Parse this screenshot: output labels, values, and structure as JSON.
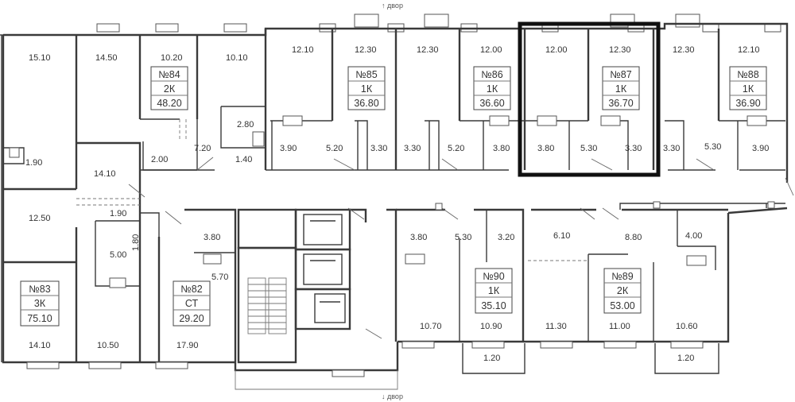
{
  "compass": {
    "top": "↑ двор",
    "bottom": "↓ двор"
  },
  "apartments": [
    {
      "id": "a84",
      "number": "№84",
      "type": "2К",
      "area": "48.20"
    },
    {
      "id": "a85",
      "number": "№85",
      "type": "1К",
      "area": "36.80"
    },
    {
      "id": "a86",
      "number": "№86",
      "type": "1К",
      "area": "36.60"
    },
    {
      "id": "a87",
      "number": "№87",
      "type": "1К",
      "area": "36.70"
    },
    {
      "id": "a88",
      "number": "№88",
      "type": "1К",
      "area": "36.90"
    },
    {
      "id": "a83",
      "number": "№83",
      "type": "3К",
      "area": "75.10"
    },
    {
      "id": "a82",
      "number": "№82",
      "type": "СТ",
      "area": "29.20"
    },
    {
      "id": "a90",
      "number": "№90",
      "type": "1К",
      "area": "35.10"
    },
    {
      "id": "a89",
      "number": "№89",
      "type": "2К",
      "area": "53.00"
    }
  ],
  "selected_apartment": "№87",
  "room_areas": [
    "15.10",
    "14.50",
    "10.20",
    "10.10",
    "12.10",
    "12.30",
    "12.30",
    "12.00",
    "12.00",
    "12.30",
    "12.30",
    "12.10",
    "2.80",
    "7.20",
    "2.00",
    "1.40",
    "3.90",
    "5.20",
    "3.30",
    "3.30",
    "5.20",
    "3.80",
    "3.80",
    "5.30",
    "3.30",
    "3.30",
    "5.30",
    "3.90",
    "1.90",
    "14.10",
    "12.50",
    "1.90",
    "1.80",
    "5.00",
    "3.80",
    "5.70",
    "3.80",
    "5.30",
    "3.20",
    "6.10",
    "8.80",
    "4.00",
    "14.10",
    "10.50",
    "17.90",
    "10.70",
    "10.90",
    "11.30",
    "11.00",
    "10.60",
    "1.20",
    "1.20"
  ]
}
